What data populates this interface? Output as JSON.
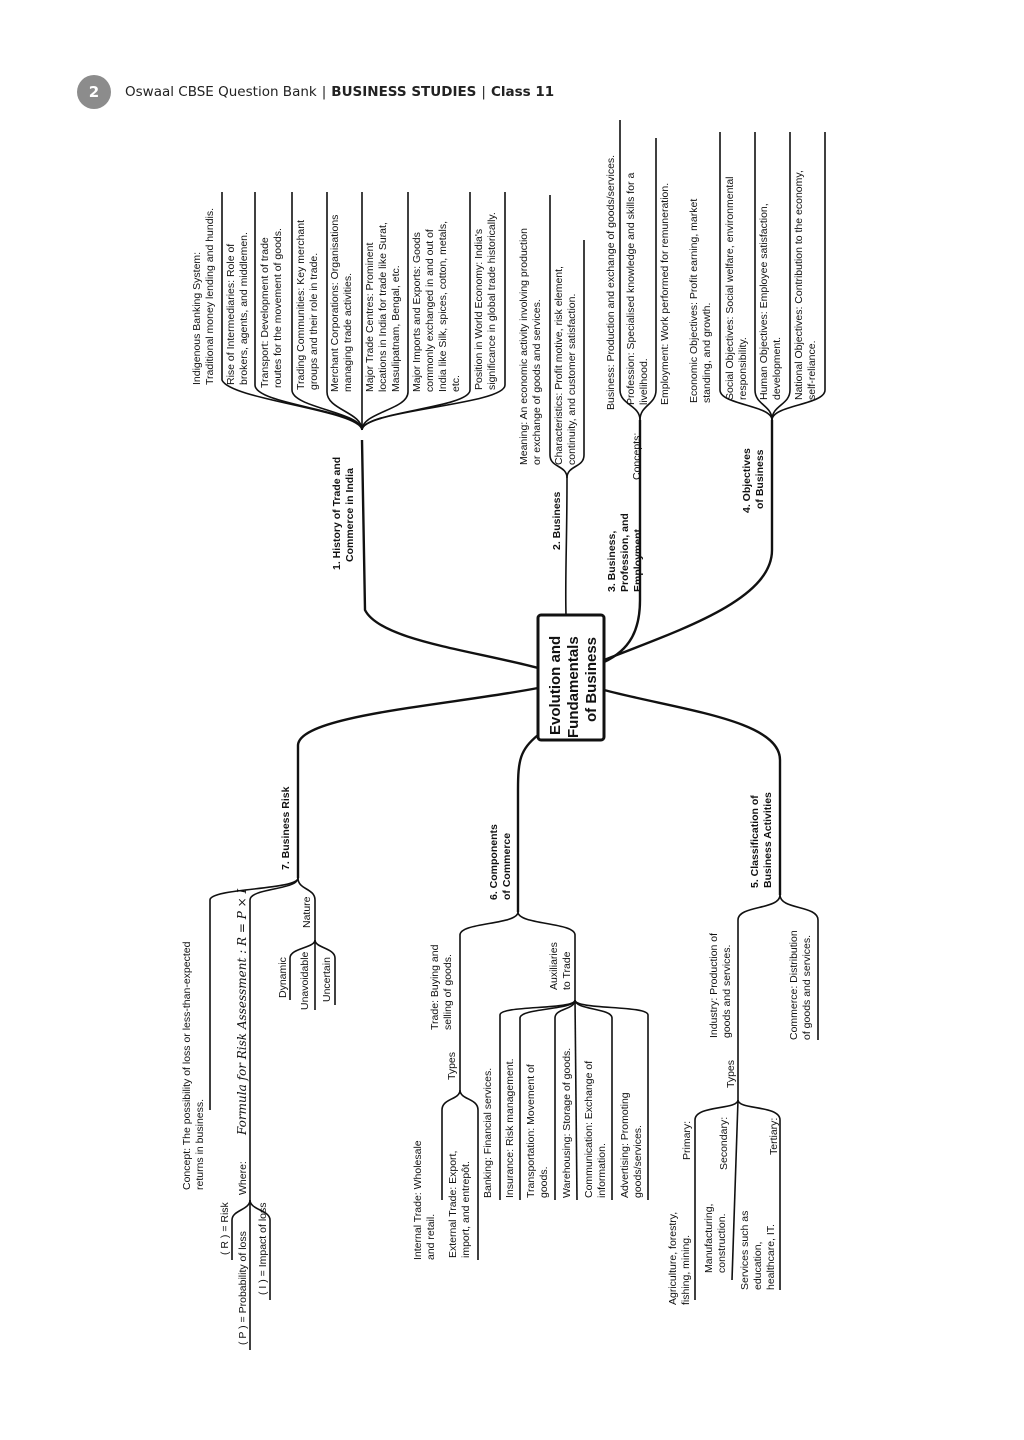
{
  "header": {
    "page_number": "2",
    "publisher": "Oswaal CBSE Question Bank",
    "subject": "BUSINESS STUDIES",
    "class_label": "Class 11",
    "separator": "|"
  },
  "mindmap": {
    "center": [
      "Evolution and",
      "Fundamentals",
      "of Business"
    ],
    "branch1": {
      "title": [
        "1. History of Trade and",
        "Commerce in India"
      ],
      "items": [
        [
          "Indigenous Banking System:",
          "Traditional money lending and hundis."
        ],
        [
          "Rise of Intermediaries: Role of",
          "brokers, agents, and middlemen."
        ],
        [
          "Transport: Development of trade",
          "routes for the movement of goods."
        ],
        [
          "Trading Communities: Key merchant",
          "groups and their role in trade."
        ],
        [
          "Merchant Corporations: Organisations",
          "managing trade activities."
        ],
        [
          "Major Trade Centres: Prominent",
          "locations in India for trade like Surat,",
          "Masulipatnam, Bengal, etc."
        ],
        [
          "Major Imports and Exports: Goods",
          "commonly exchanged in and out of",
          "India like Silk, spices, cotton, metals,",
          "etc."
        ],
        [
          "Position in World Economy: India's",
          "significance in global trade historically."
        ]
      ]
    },
    "branch2": {
      "title": [
        "2. Business"
      ],
      "items": [
        [
          "Meaning: An economic activity involving production",
          "or exchange of goods and services."
        ],
        [
          "Characteristics: Profit motive, risk element,",
          "continuity, and customer satisfaction."
        ]
      ]
    },
    "branch3": {
      "title": [
        "3. Business,",
        "Profession, and",
        "Employment"
      ],
      "sub_label": "Concepts:",
      "items": [
        [
          "Business: Production and exchange of goods/services."
        ],
        [
          "Profession: Specialised knowledge and skills for a",
          "livelihood."
        ],
        [
          "Employment: Work performed for remuneration."
        ]
      ]
    },
    "branch4": {
      "title": [
        "4. Objectives",
        "of Business"
      ],
      "items": [
        [
          "Economic Objectives: Profit earning, market",
          "standing, and growth."
        ],
        [
          "Social Objectives: Social welfare, environmental",
          "responsibility."
        ],
        [
          "Human Objectives: Employee satisfaction,",
          "development."
        ],
        [
          "National Objectives: Contribution to the economy,",
          "self-reliance."
        ]
      ]
    },
    "branch5": {
      "title": [
        "5. Classification of",
        "Business Activities"
      ],
      "industry": [
        "Industry: Production of",
        "goods and services."
      ],
      "commerce": [
        "Commerce: Distribution",
        "of goods and services."
      ],
      "types_label": "Types",
      "types": [
        {
          "label": "Primary:",
          "desc": [
            "Agriculture, forestry,",
            "fishing, mining."
          ]
        },
        {
          "label": "Secondary:",
          "desc": [
            "Manufacturing,",
            "construction."
          ]
        },
        {
          "label": "Tertiary:",
          "desc": [
            "Services such as",
            "education,",
            "healthcare, IT."
          ]
        }
      ]
    },
    "branch6": {
      "title": [
        "6. Components",
        "of Commerce"
      ],
      "trade": [
        "Trade: Buying and",
        "selling of goods."
      ],
      "types_label": "Types",
      "trade_types": [
        [
          "Internal Trade: Wholesale",
          "and retail."
        ],
        [
          "External Trade: Export,",
          "import, and entrepôt."
        ]
      ],
      "auxiliaries_label": [
        "Auxiliaries",
        "to Trade"
      ],
      "auxiliaries": [
        [
          "Banking: Financial services."
        ],
        [
          "Insurance: Risk management."
        ],
        [
          "Transportation: Movement of",
          "goods."
        ],
        [
          "Warehousing: Storage of goods."
        ],
        [
          "Communication: Exchange of",
          "information."
        ],
        [
          "Advertising: Promoting",
          "goods/services."
        ]
      ]
    },
    "branch7": {
      "title": [
        "7. Business Risk"
      ],
      "concept": [
        "Concept: The possibility of loss or less-than-expected",
        "returns in business."
      ],
      "where_label": "Where:",
      "formula": "Formula for Risk Assessment : R = P × I",
      "variables": [
        "( R ) = Risk",
        "( P ) = Probability of loss",
        "( I ) = Impact of loss"
      ],
      "nature_label": "Nature",
      "nature": [
        "Dynamic",
        "Unavoidable",
        "Uncertain"
      ]
    }
  }
}
